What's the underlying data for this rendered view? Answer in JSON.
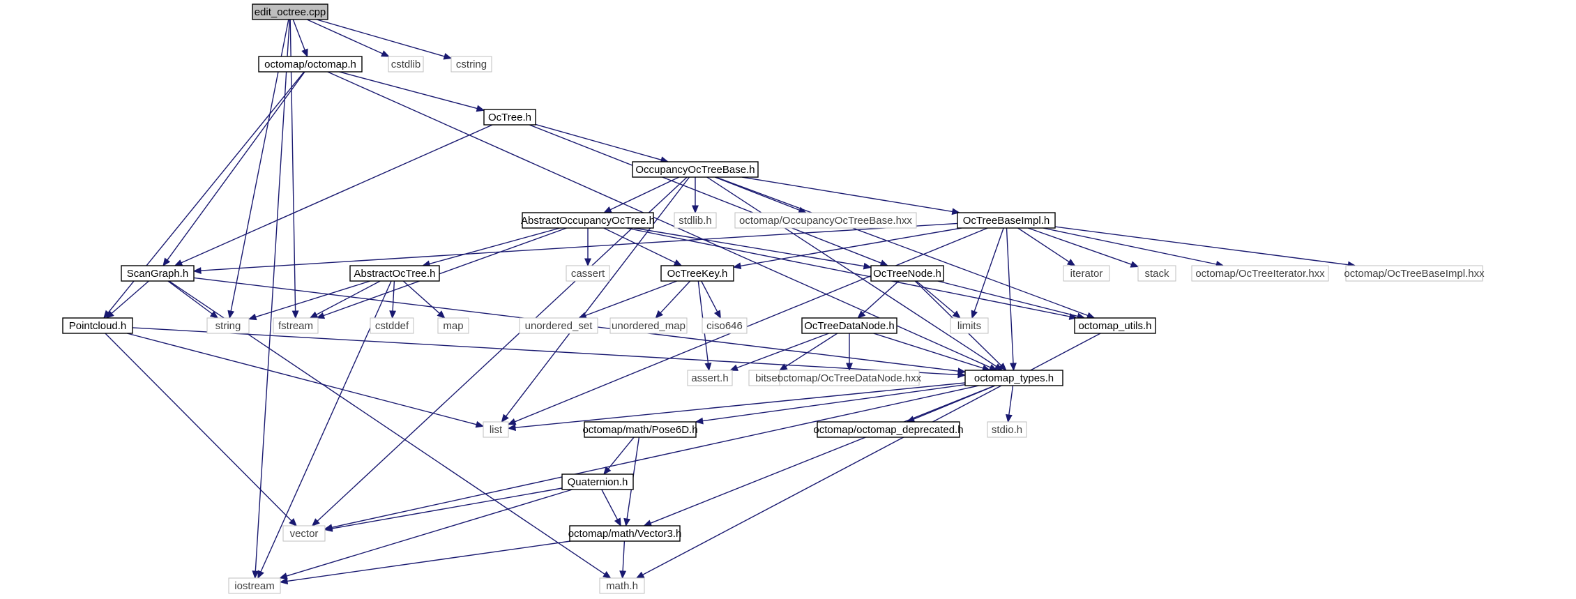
{
  "colors": {
    "edge": "#191970",
    "node_border_local": "#000000",
    "node_border_system": "#bfbfbf",
    "root_fill": "#bfbfbf",
    "text_local": "#000000",
    "text_system": "#404040"
  },
  "nodes": {
    "edit_octree": {
      "label": "edit_octree.cpp",
      "kind": "root"
    },
    "octomap_octomap": {
      "label": "octomap/octomap.h",
      "kind": "local"
    },
    "cstdlib": {
      "label": "cstdlib",
      "kind": "system"
    },
    "cstring": {
      "label": "cstring",
      "kind": "system"
    },
    "octree": {
      "label": "OcTree.h",
      "kind": "local"
    },
    "occupancy": {
      "label": "OccupancyOcTreeBase.h",
      "kind": "local"
    },
    "abstract_occupancy": {
      "label": "AbstractOccupancyOcTree.h",
      "kind": "local"
    },
    "stdlib": {
      "label": "stdlib.h",
      "kind": "system"
    },
    "occupancy_hxx": {
      "label": "octomap/OccupancyOcTreeBase.hxx",
      "kind": "system"
    },
    "octree_base_impl": {
      "label": "OcTreeBaseImpl.h",
      "kind": "local"
    },
    "scangraph": {
      "label": "ScanGraph.h",
      "kind": "local"
    },
    "abstract_octree": {
      "label": "AbstractOcTree.h",
      "kind": "local"
    },
    "cassert": {
      "label": "cassert",
      "kind": "system"
    },
    "octreekey": {
      "label": "OcTreeKey.h",
      "kind": "local"
    },
    "octreenode": {
      "label": "OcTreeNode.h",
      "kind": "local"
    },
    "iterator": {
      "label": "iterator",
      "kind": "system"
    },
    "stack": {
      "label": "stack",
      "kind": "system"
    },
    "octree_iterator_hxx": {
      "label": "octomap/OcTreeIterator.hxx",
      "kind": "system"
    },
    "octree_base_impl_hxx": {
      "label": "octomap/OcTreeBaseImpl.hxx",
      "kind": "system"
    },
    "pointcloud": {
      "label": "Pointcloud.h",
      "kind": "local"
    },
    "string": {
      "label": "string",
      "kind": "system"
    },
    "fstream": {
      "label": "fstream",
      "kind": "system"
    },
    "cstddef": {
      "label": "cstddef",
      "kind": "system"
    },
    "map": {
      "label": "map",
      "kind": "system"
    },
    "unordered_set": {
      "label": "unordered_set",
      "kind": "system"
    },
    "unordered_map": {
      "label": "unordered_map",
      "kind": "system"
    },
    "ciso646": {
      "label": "ciso646",
      "kind": "system"
    },
    "limits": {
      "label": "limits",
      "kind": "system"
    },
    "octomap_utils": {
      "label": "octomap_utils.h",
      "kind": "local"
    },
    "octree_data_node": {
      "label": "OcTreeDataNode.h",
      "kind": "local"
    },
    "assert": {
      "label": "assert.h",
      "kind": "system"
    },
    "bitset": {
      "label": "bitset",
      "kind": "system"
    },
    "octree_data_node_hxx": {
      "label": "octomap/OcTreeDataNode.hxx",
      "kind": "system"
    },
    "octomap_types": {
      "label": "octomap_types.h",
      "kind": "local"
    },
    "list": {
      "label": "list",
      "kind": "system"
    },
    "pose6d": {
      "label": "octomap/math/Pose6D.h",
      "kind": "local"
    },
    "deprecated": {
      "label": "octomap/octomap_deprecated.h",
      "kind": "local"
    },
    "stdio": {
      "label": "stdio.h",
      "kind": "system"
    },
    "quaternion": {
      "label": "Quaternion.h",
      "kind": "local"
    },
    "vector": {
      "label": "vector",
      "kind": "system"
    },
    "vector3": {
      "label": "octomap/math/Vector3.h",
      "kind": "local"
    },
    "iostream": {
      "label": "iostream",
      "kind": "system"
    },
    "math": {
      "label": "math.h",
      "kind": "system"
    }
  },
  "edges": [
    [
      "edit_octree",
      "octomap_octomap"
    ],
    [
      "edit_octree",
      "cstdlib"
    ],
    [
      "edit_octree",
      "cstring"
    ],
    [
      "edit_octree",
      "string"
    ],
    [
      "edit_octree",
      "fstream"
    ],
    [
      "edit_octree",
      "iostream"
    ],
    [
      "octomap_octomap",
      "octree"
    ],
    [
      "octomap_octomap",
      "scangraph"
    ],
    [
      "octomap_octomap",
      "pointcloud"
    ],
    [
      "octomap_octomap",
      "octomap_types"
    ],
    [
      "octree",
      "occupancy"
    ],
    [
      "octree",
      "scangraph"
    ],
    [
      "octree",
      "octreenode"
    ],
    [
      "occupancy",
      "abstract_occupancy"
    ],
    [
      "occupancy",
      "stdlib"
    ],
    [
      "occupancy",
      "occupancy_hxx"
    ],
    [
      "occupancy",
      "octree_base_impl"
    ],
    [
      "occupancy",
      "list"
    ],
    [
      "occupancy",
      "vector"
    ],
    [
      "occupancy",
      "octomap_utils"
    ],
    [
      "occupancy",
      "octomap_types"
    ],
    [
      "abstract_occupancy",
      "abstract_octree"
    ],
    [
      "abstract_occupancy",
      "cassert"
    ],
    [
      "abstract_occupancy",
      "octreekey"
    ],
    [
      "abstract_occupancy",
      "octreenode"
    ],
    [
      "abstract_occupancy",
      "fstream"
    ],
    [
      "abstract_occupancy",
      "octomap_utils"
    ],
    [
      "octree_base_impl",
      "scangraph"
    ],
    [
      "octree_base_impl",
      "octreekey"
    ],
    [
      "octree_base_impl",
      "iterator"
    ],
    [
      "octree_base_impl",
      "stack"
    ],
    [
      "octree_base_impl",
      "octree_iterator_hxx"
    ],
    [
      "octree_base_impl",
      "octree_base_impl_hxx"
    ],
    [
      "octree_base_impl",
      "limits"
    ],
    [
      "octree_base_impl",
      "octomap_types"
    ],
    [
      "octree_base_impl",
      "list"
    ],
    [
      "scangraph",
      "pointcloud"
    ],
    [
      "scangraph",
      "string"
    ],
    [
      "scangraph",
      "octomap_types"
    ],
    [
      "scangraph",
      "math"
    ],
    [
      "abstract_octree",
      "string"
    ],
    [
      "abstract_octree",
      "fstream"
    ],
    [
      "abstract_octree",
      "cstddef"
    ],
    [
      "abstract_octree",
      "map"
    ],
    [
      "abstract_octree",
      "iostream"
    ],
    [
      "octreekey",
      "unordered_set"
    ],
    [
      "octreekey",
      "unordered_map"
    ],
    [
      "octreekey",
      "ciso646"
    ],
    [
      "octreekey",
      "assert"
    ],
    [
      "octreenode",
      "octree_data_node"
    ],
    [
      "octreenode",
      "limits"
    ],
    [
      "octreenode",
      "octomap_utils"
    ],
    [
      "octreenode",
      "octomap_types"
    ],
    [
      "pointcloud",
      "octomap_types"
    ],
    [
      "pointcloud",
      "list"
    ],
    [
      "pointcloud",
      "vector"
    ],
    [
      "octomap_utils",
      "math"
    ],
    [
      "octree_data_node",
      "assert"
    ],
    [
      "octree_data_node",
      "bitset"
    ],
    [
      "octree_data_node",
      "octree_data_node_hxx"
    ],
    [
      "octree_data_node",
      "octomap_types"
    ],
    [
      "octomap_types",
      "list"
    ],
    [
      "octomap_types",
      "vector"
    ],
    [
      "octomap_types",
      "pose6d"
    ],
    [
      "octomap_types",
      "deprecated"
    ],
    [
      "octomap_types",
      "stdio"
    ],
    [
      "octomap_types",
      "vector3"
    ],
    [
      "pose6d",
      "quaternion"
    ],
    [
      "pose6d",
      "vector3"
    ],
    [
      "quaternion",
      "vector"
    ],
    [
      "quaternion",
      "vector3"
    ],
    [
      "quaternion",
      "iostream"
    ],
    [
      "vector3",
      "iostream"
    ],
    [
      "vector3",
      "math"
    ]
  ]
}
